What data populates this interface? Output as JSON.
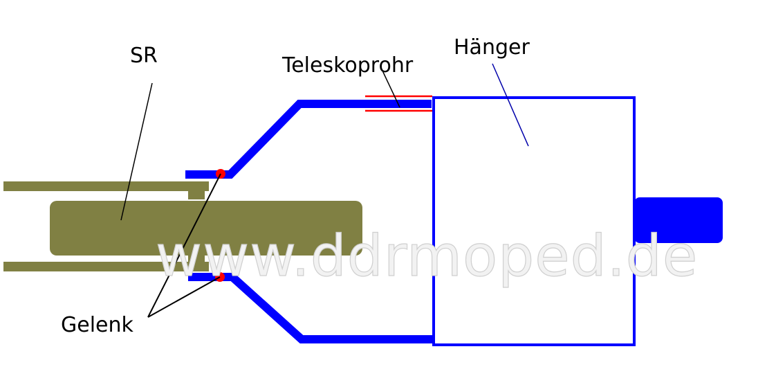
{
  "labels": {
    "sr": "SR",
    "teleskoprohr": "Teleskoprohr",
    "haenger": "Hänger",
    "gelenk": "Gelenk"
  },
  "watermark": "www.ddrmoped.de",
  "colors": {
    "frame": "#808043",
    "tube": "#0000ff",
    "joint": "#ff0000",
    "telescope_sleeve": "#ff0000",
    "leader_line": "#000000",
    "haenger_leader": "#0000aa",
    "background": "#ffffff"
  }
}
